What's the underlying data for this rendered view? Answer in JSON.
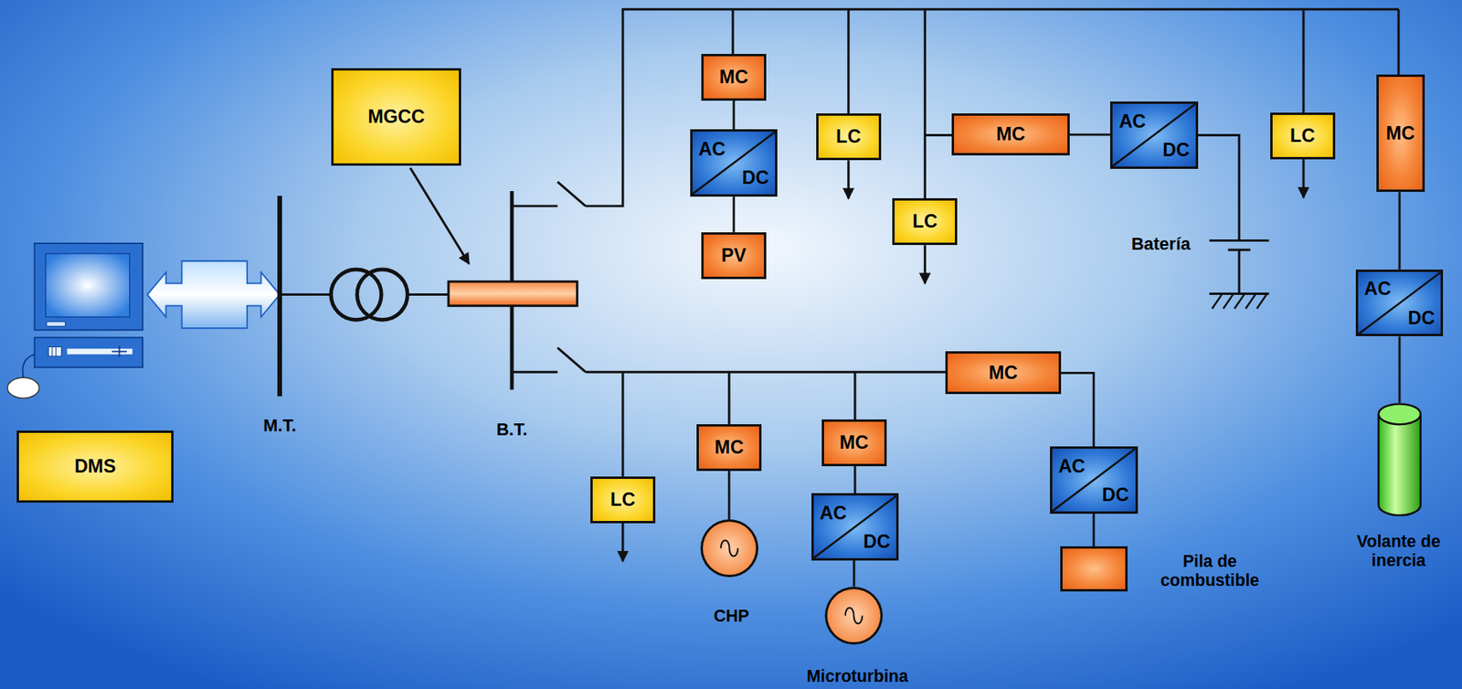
{
  "diagram": {
    "nodes": [
      {
        "text": [
          "MGCC"
        ]
      },
      {
        "text": [
          "DMS"
        ]
      },
      {
        "text": [
          "MC"
        ]
      },
      {
        "text": [
          "AC",
          "DC"
        ]
      },
      {
        "text": [
          "PV"
        ]
      },
      {
        "text": [
          "LC"
        ]
      },
      {
        "text": [
          "LC"
        ]
      },
      {
        "text": [
          "MC"
        ]
      },
      {
        "text": [
          "AC",
          "DC"
        ]
      },
      {
        "text": [
          "LC"
        ]
      },
      {
        "text": [
          "MC"
        ]
      },
      {
        "text": [
          "AC",
          "DC"
        ]
      },
      {
        "text": [
          "Volante de inercia"
        ]
      },
      {
        "text": [
          "MC"
        ]
      },
      {
        "text": [
          "AC",
          "DC"
        ]
      },
      {
        "text": [
          "Pila de combustible"
        ]
      },
      {
        "text": [
          "LC"
        ]
      },
      {
        "text": [
          "MC"
        ]
      },
      {
        "text": [
          "CHP"
        ]
      },
      {
        "text": [
          "MC"
        ]
      },
      {
        "text": [
          "AC",
          "DC"
        ]
      },
      {
        "text": [
          "Microturbina"
        ]
      }
    ],
    "edges": [
      {
        "from": 2,
        "to": 3,
        "arrow": "none"
      },
      {
        "from": 3,
        "to": 4,
        "arrow": "none"
      },
      {
        "from": 7,
        "to": 8,
        "arrow": "none"
      },
      {
        "from": 10,
        "to": 11,
        "arrow": "none"
      },
      {
        "from": 11,
        "to": 12,
        "arrow": "none"
      },
      {
        "from": 13,
        "to": 14,
        "arrow": "none"
      },
      {
        "from": 14,
        "to": 15,
        "arrow": "none"
      },
      {
        "from": 17,
        "to": 18,
        "arrow": "none"
      },
      {
        "from": 19,
        "to": 20,
        "arrow": "none"
      },
      {
        "from": 20,
        "to": 21,
        "arrow": "none"
      }
    ],
    "labels": [
      "M.T.",
      "B.T.",
      "Batería"
    ]
  }
}
